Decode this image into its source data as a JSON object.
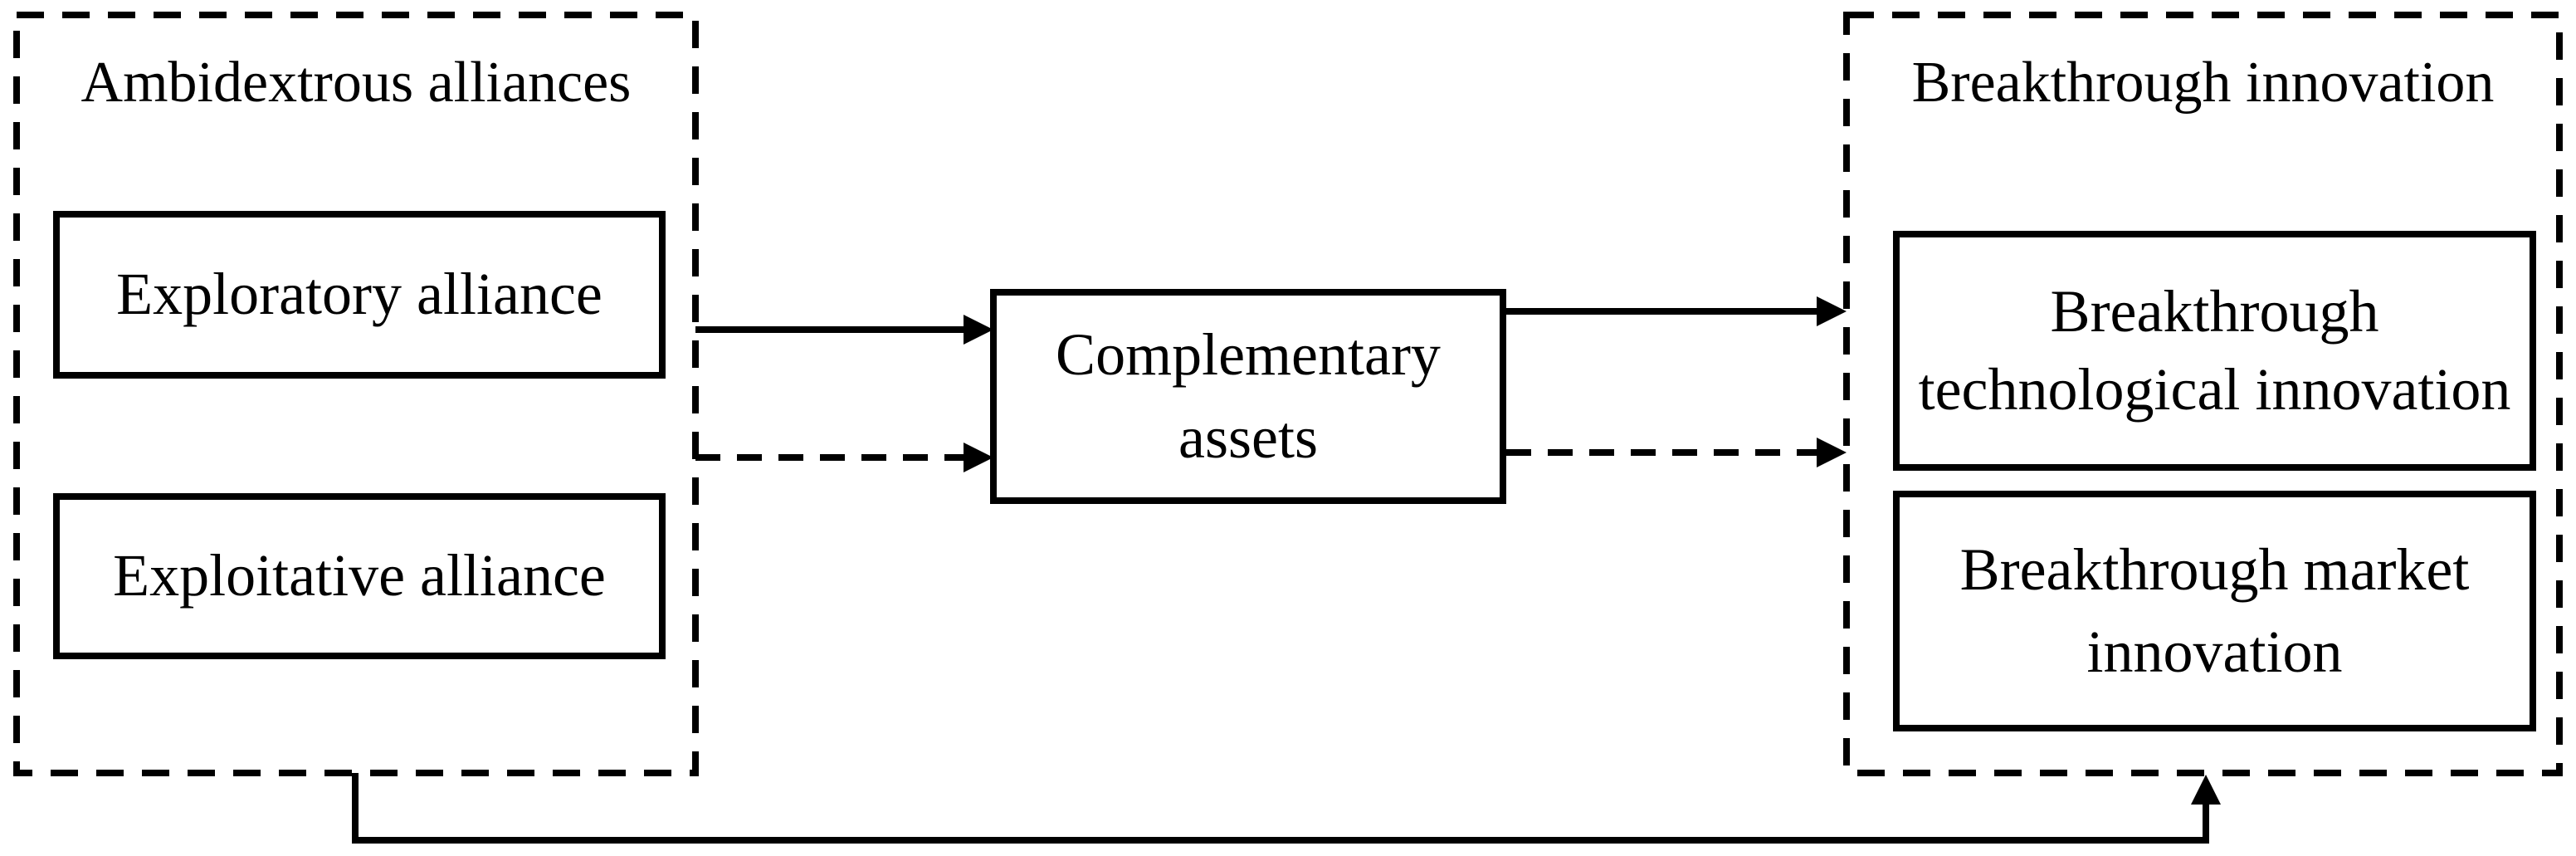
{
  "colors": {
    "ink": "#000000",
    "background": "#ffffff"
  },
  "diagram": {
    "left_container": {
      "title": "Ambidextrous alliances",
      "boxes": [
        {
          "label": "Exploratory alliance"
        },
        {
          "label": "Exploitative alliance"
        }
      ]
    },
    "center_box": {
      "label": "Complementary assets"
    },
    "right_container": {
      "title": "Breakthrough innovation",
      "boxes": [
        {
          "label": "Breakthrough technological innovation"
        },
        {
          "label": "Breakthrough market innovation"
        }
      ]
    }
  }
}
